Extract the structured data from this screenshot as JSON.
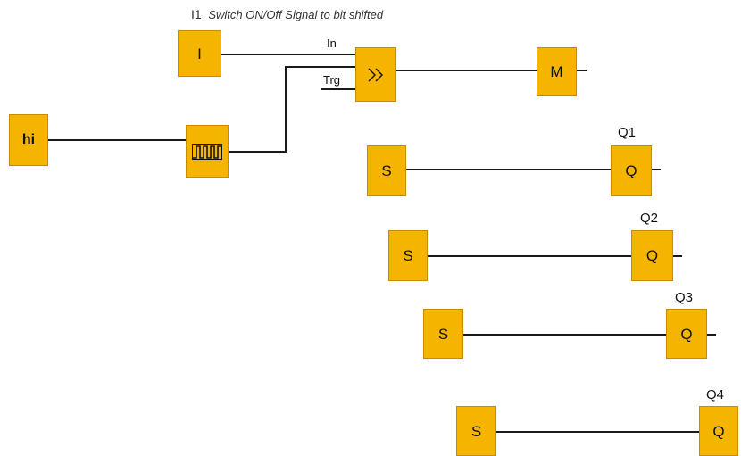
{
  "diagram": {
    "input_block": {
      "id_label": "I1",
      "symbol": "I",
      "description": "Switch ON/Off  Signal to bit shifted"
    },
    "hi_block": {
      "symbol": "hi"
    },
    "clock_block": {
      "icon": "pulse-generator-icon"
    },
    "shift_block": {
      "icon": "double-chevron-right-icon",
      "pin_in": "In",
      "pin_trg": "Trg"
    },
    "marker_block": {
      "symbol": "M"
    },
    "rungs": [
      {
        "set_symbol": "S",
        "output_symbol": "Q",
        "output_label": "Q1"
      },
      {
        "set_symbol": "S",
        "output_symbol": "Q",
        "output_label": "Q2"
      },
      {
        "set_symbol": "S",
        "output_symbol": "Q",
        "output_label": "Q3"
      },
      {
        "set_symbol": "S",
        "output_symbol": "Q",
        "output_label": "Q4"
      }
    ],
    "colors": {
      "block_fill": "#f5b400",
      "block_border": "#c88a00",
      "wire": "#1a1a1a"
    }
  }
}
